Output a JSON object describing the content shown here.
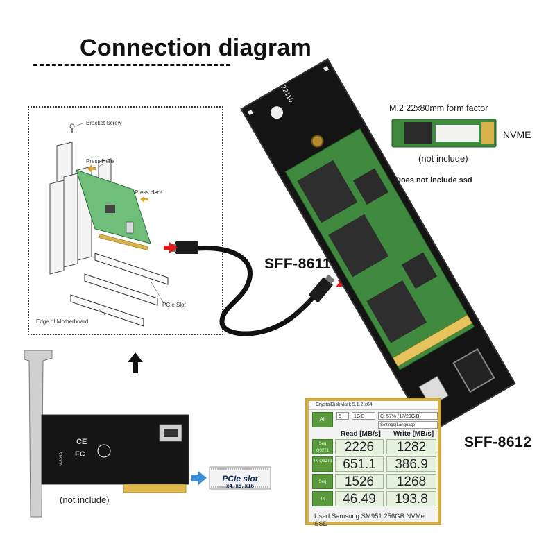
{
  "title": "Connection diagram",
  "install_diagram": {
    "bracket_screw": "Bracket Screw",
    "press_here_1": "Press Here",
    "press_here_2": "Press Here",
    "pcie_slot": "PCIe Slot",
    "motherboard": "Edge of Motherboard"
  },
  "labels": {
    "sff8611": "SFF-8611",
    "sff8612": "SFF-8612"
  },
  "m2_board": {
    "size_text": "22110"
  },
  "ssd_info": {
    "form_factor": "M.2 22x80mm form factor",
    "type": "NVME",
    "not_include": "(not include)",
    "does_not_include": "Does not include ssd"
  },
  "adapter_card": {
    "not_include": "(not include)",
    "model": "N-895A"
  },
  "pcie_slot": {
    "label": "PCIe slot",
    "sizes": "x4, x8, x16"
  },
  "benchmark": {
    "window_title": "CrystalDiskMark 5.1.2 x64",
    "all_button": "All",
    "runs": "5",
    "size": "1GiB",
    "drive": "C: 57% (17/29GiB)",
    "language": "Settings(Language)",
    "read_header": "Read [MB/s]",
    "write_header": "Write [MB/s]",
    "rows": [
      {
        "label": "Seq Q32T1",
        "read": "2226",
        "write": "1282"
      },
      {
        "label": "4K Q32T1",
        "read": "651.1",
        "write": "386.9"
      },
      {
        "label": "Seq",
        "read": "1526",
        "write": "1268"
      },
      {
        "label": "4K",
        "read": "46.49",
        "write": "193.8"
      }
    ],
    "footer": "Used Samsung SM951 256GB NVMe SSD"
  },
  "colors": {
    "pcb_green": "#3f8a3f",
    "board_black": "#141414",
    "arrow_red": "#e21b1b",
    "arrow_blue": "#3a8fd6",
    "bench_gold": "#d6b24a"
  }
}
